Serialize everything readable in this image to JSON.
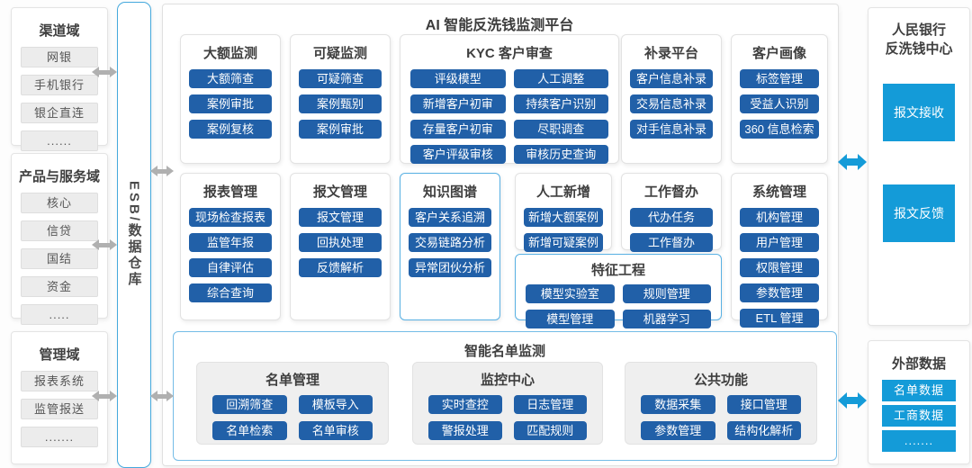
{
  "colors": {
    "button_blue": "#2160a8",
    "accent_blue": "#149bd8",
    "arrow_gray": "#b0b0b0",
    "highlight_border": "#58b0e3"
  },
  "left_domains": [
    {
      "title": "渠道域",
      "items": [
        "网银",
        "手机银行",
        "银企直连",
        "......"
      ]
    },
    {
      "title": "产品与服务域",
      "items": [
        "核心",
        "信贷",
        "国结",
        "资金",
        "....."
      ]
    },
    {
      "title": "管理域",
      "items": [
        "报表系统",
        "监管报送",
        "......."
      ]
    }
  ],
  "esb": {
    "label": "ESB/数据仓库"
  },
  "platform": {
    "title": "AI 智能反洗钱监测平台",
    "modules": [
      {
        "title": "大额监测",
        "items": [
          "大额筛查",
          "案例审批",
          "案例复核"
        ]
      },
      {
        "title": "可疑监测",
        "items": [
          "可疑筛查",
          "案例甄别",
          "案例审批"
        ]
      },
      {
        "title": "KYC 客户审查",
        "items": [
          "评级模型",
          "人工调整",
          "新增客户初审",
          "持续客户识别",
          "存量客户初审",
          "尽职调查",
          "客户评级审核",
          "审核历史查询"
        ]
      },
      {
        "title": "补录平台",
        "items": [
          "客户信息补录",
          "交易信息补录",
          "对手信息补录"
        ]
      },
      {
        "title": "客户画像",
        "items": [
          "标签管理",
          "受益人识别",
          "360 信息检索"
        ]
      },
      {
        "title": "报表管理",
        "items": [
          "现场检查报表",
          "监管年报",
          "自律评估",
          "综合查询"
        ]
      },
      {
        "title": "报文管理",
        "items": [
          "报文管理",
          "回执处理",
          "反馈解析"
        ]
      },
      {
        "title": "知识图谱",
        "items": [
          "客户关系追溯",
          "交易链路分析",
          "异常团伙分析"
        ]
      },
      {
        "title": "人工新增",
        "items": [
          "新增大额案例",
          "新增可疑案例"
        ]
      },
      {
        "title": "工作督办",
        "items": [
          "代办任务",
          "工作督办"
        ]
      },
      {
        "title": "系统管理",
        "items": [
          "机构管理",
          "用户管理",
          "权限管理",
          "参数管理",
          "ETL 管理"
        ]
      },
      {
        "title": "特征工程",
        "items": [
          "模型实验室",
          "规则管理",
          "模型管理",
          "机器学习"
        ]
      }
    ],
    "list_monitoring": {
      "title": "智能名单监测",
      "groups": [
        {
          "title": "名单管理",
          "items": [
            "回溯筛查",
            "模板导入",
            "名单检索",
            "名单审核"
          ]
        },
        {
          "title": "监控中心",
          "items": [
            "实时查控",
            "日志管理",
            "警报处理",
            "匹配规则"
          ]
        },
        {
          "title": "公共功能",
          "items": [
            "数据采集",
            "接口管理",
            "参数管理",
            "结构化解析"
          ]
        }
      ]
    }
  },
  "pboc": {
    "title_line1": "人民银行",
    "title_line2": "反洗钱中心",
    "items": [
      "报文接收",
      "报文反馈"
    ]
  },
  "external_data": {
    "title": "外部数据",
    "items": [
      "名单数据",
      "工商数据",
      "......."
    ]
  }
}
